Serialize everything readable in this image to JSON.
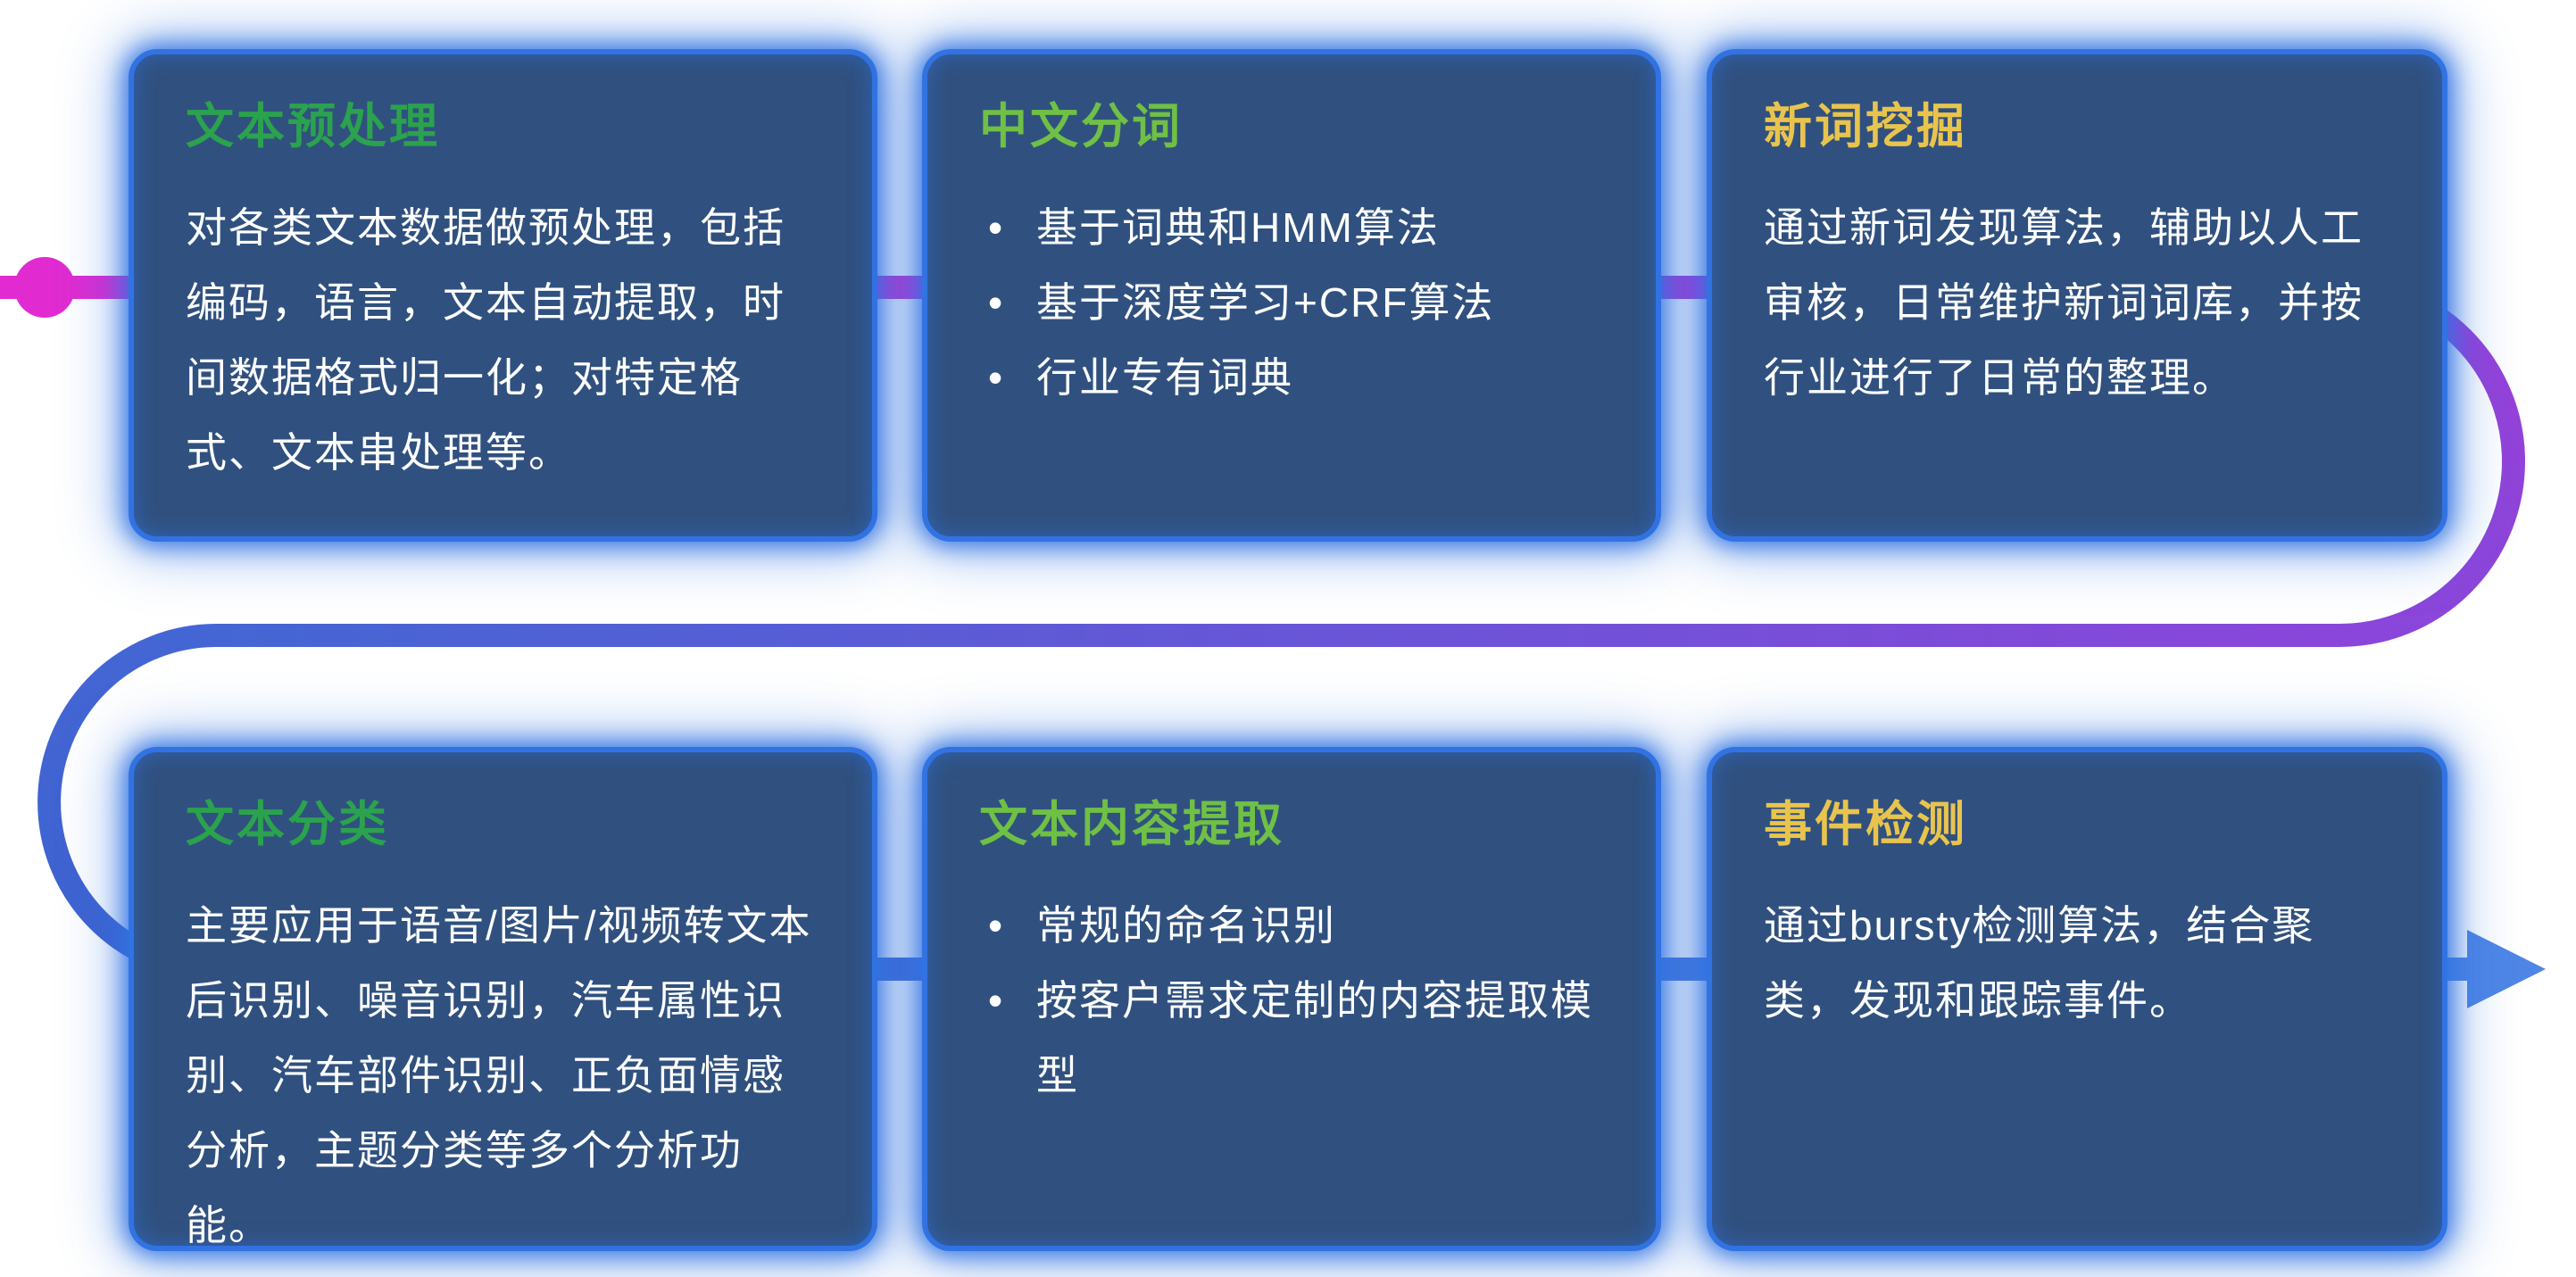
{
  "connector": {
    "description": "S-shaped flow line running left-to-right through top row, U-turn on the right, back left between rows, U-turn on the left, then right through bottom row ending in an arrow",
    "colors": {
      "start_magenta": "#e12bd1",
      "purple": "#9a3fd8",
      "violet": "#8a46da",
      "blue": "#4466d4",
      "deep_blue": "#3d62cf",
      "arrow_blue": "#4f86e6"
    }
  },
  "card_style": {
    "background": "#30517f",
    "glow_border": "#3173e2",
    "body_text_color": "#ffffff"
  },
  "cards": [
    {
      "id": "text-preprocessing",
      "title": "文本预处理",
      "title_color": "#2ba24e",
      "body": "对各类文本数据做预处理，包括编码，语言，文本自动提取，时间数据格式归一化；对特定格式、文本串处理等。",
      "bullets": []
    },
    {
      "id": "chinese-word-segmentation",
      "title": "中文分词",
      "title_color": "#6fc045",
      "body": "",
      "bullets": [
        "基于词典和HMM算法",
        "基于深度学习+CRF算法",
        "行业专有词典"
      ]
    },
    {
      "id": "new-word-mining",
      "title": "新词挖掘",
      "title_color": "#e9c44d",
      "body": "通过新词发现算法，辅助以人工审核，日常维护新词词库，并按行业进行了日常的整理。",
      "bullets": []
    },
    {
      "id": "text-classification",
      "title": "文本分类",
      "title_color": "#2ba24e",
      "body": "主要应用于语音/图片/视频转文本后识别、噪音识别，汽车属性识别、汽车部件识别、正负面情感分析，主题分类等多个分析功能。",
      "bullets": []
    },
    {
      "id": "text-content-extraction",
      "title": "文本内容提取",
      "title_color": "#6fc045",
      "body": "",
      "bullets": [
        "常规的命名识别",
        "按客户需求定制的内容提取模型"
      ]
    },
    {
      "id": "event-detection",
      "title": "事件检测",
      "title_color": "#e9c44d",
      "body": "通过bursty检测算法，结合聚类，发现和跟踪事件。",
      "bullets": []
    }
  ]
}
